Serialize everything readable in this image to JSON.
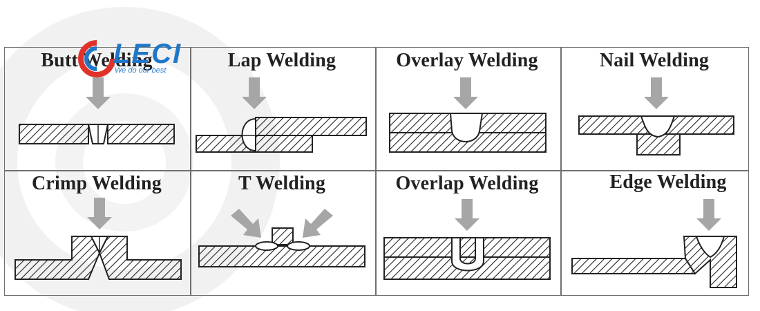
{
  "logo": {
    "brand": "LECI",
    "slogan": "We do our best",
    "brand_color": "#1f77c8",
    "accent_color": "#e0322b"
  },
  "cells": [
    {
      "id": "butt",
      "title": "Butt Welding"
    },
    {
      "id": "lap",
      "title": "Lap Welding"
    },
    {
      "id": "overlay",
      "title": "Overlay Welding"
    },
    {
      "id": "nail",
      "title": "Nail Welding"
    },
    {
      "id": "crimp",
      "title": "Crimp Welding"
    },
    {
      "id": "t",
      "title": "T Welding"
    },
    {
      "id": "overlap",
      "title": "Overlap Welding"
    },
    {
      "id": "edge",
      "title": "Edge Welding"
    }
  ],
  "colors": {
    "arrow": "#a6a6a6",
    "outline": "#222222",
    "hatch": "#222222",
    "frame": "#6f6f6f",
    "watermark": "#efefef"
  }
}
